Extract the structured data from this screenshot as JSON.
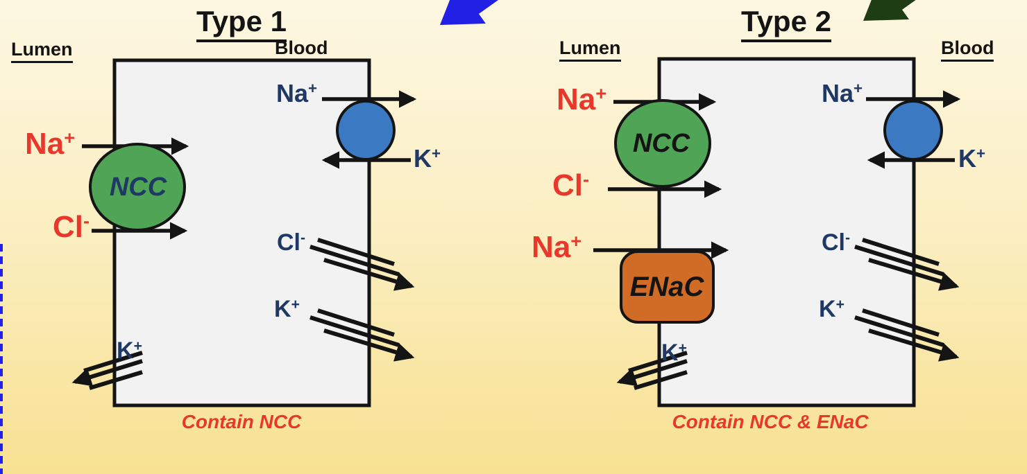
{
  "figure": {
    "background_top_color": "#FDF7E2",
    "background_bottom_color": "#F8E192",
    "left_dashed_line_color": "#2320E6",
    "blue_block_arrow_color": "#2320E6",
    "green_block_arrow_color": "#1F3D15",
    "cell_fill_color": "#F2F2F2",
    "membrane_color": "#141414",
    "ncc_color": "#4FA455",
    "pump_color": "#3B7AC2",
    "enac_color": "#D06C26",
    "ion_red_color": "#E8382C",
    "ion_navy_color": "#1F3864",
    "caption_color": "#E8382C"
  },
  "panels": [
    {
      "title": "Type 1",
      "lumen_label": "Lumen",
      "blood_label": "Blood",
      "ncc_label": "NCC",
      "caption": "Contain NCC",
      "ions": {
        "apical_na": {
          "base": "Na",
          "sup": "+"
        },
        "apical_cl": {
          "base": "Cl",
          "sup": "-"
        },
        "pump_na": {
          "base": "Na",
          "sup": "+"
        },
        "pump_k": {
          "base": "K",
          "sup": "+"
        },
        "channel_cl": {
          "base": "Cl",
          "sup": "-"
        },
        "channel_k": {
          "base": "K",
          "sup": "+"
        },
        "apical_k": {
          "base": "K",
          "sup": "+"
        }
      }
    },
    {
      "title": "Type 2",
      "lumen_label": "Lumen",
      "blood_label": "Blood",
      "ncc_label": "NCC",
      "enac_label": "ENaC",
      "caption": "Contain NCC & ENaC",
      "ions": {
        "apical_na": {
          "base": "Na",
          "sup": "+"
        },
        "apical_cl": {
          "base": "Cl",
          "sup": "-"
        },
        "apical_na2": {
          "base": "Na",
          "sup": "+"
        },
        "pump_na": {
          "base": "Na",
          "sup": "+"
        },
        "pump_k": {
          "base": "K",
          "sup": "+"
        },
        "channel_cl": {
          "base": "Cl",
          "sup": "-"
        },
        "channel_k": {
          "base": "K",
          "sup": "+"
        },
        "apical_k": {
          "base": "K",
          "sup": "+"
        }
      }
    }
  ]
}
